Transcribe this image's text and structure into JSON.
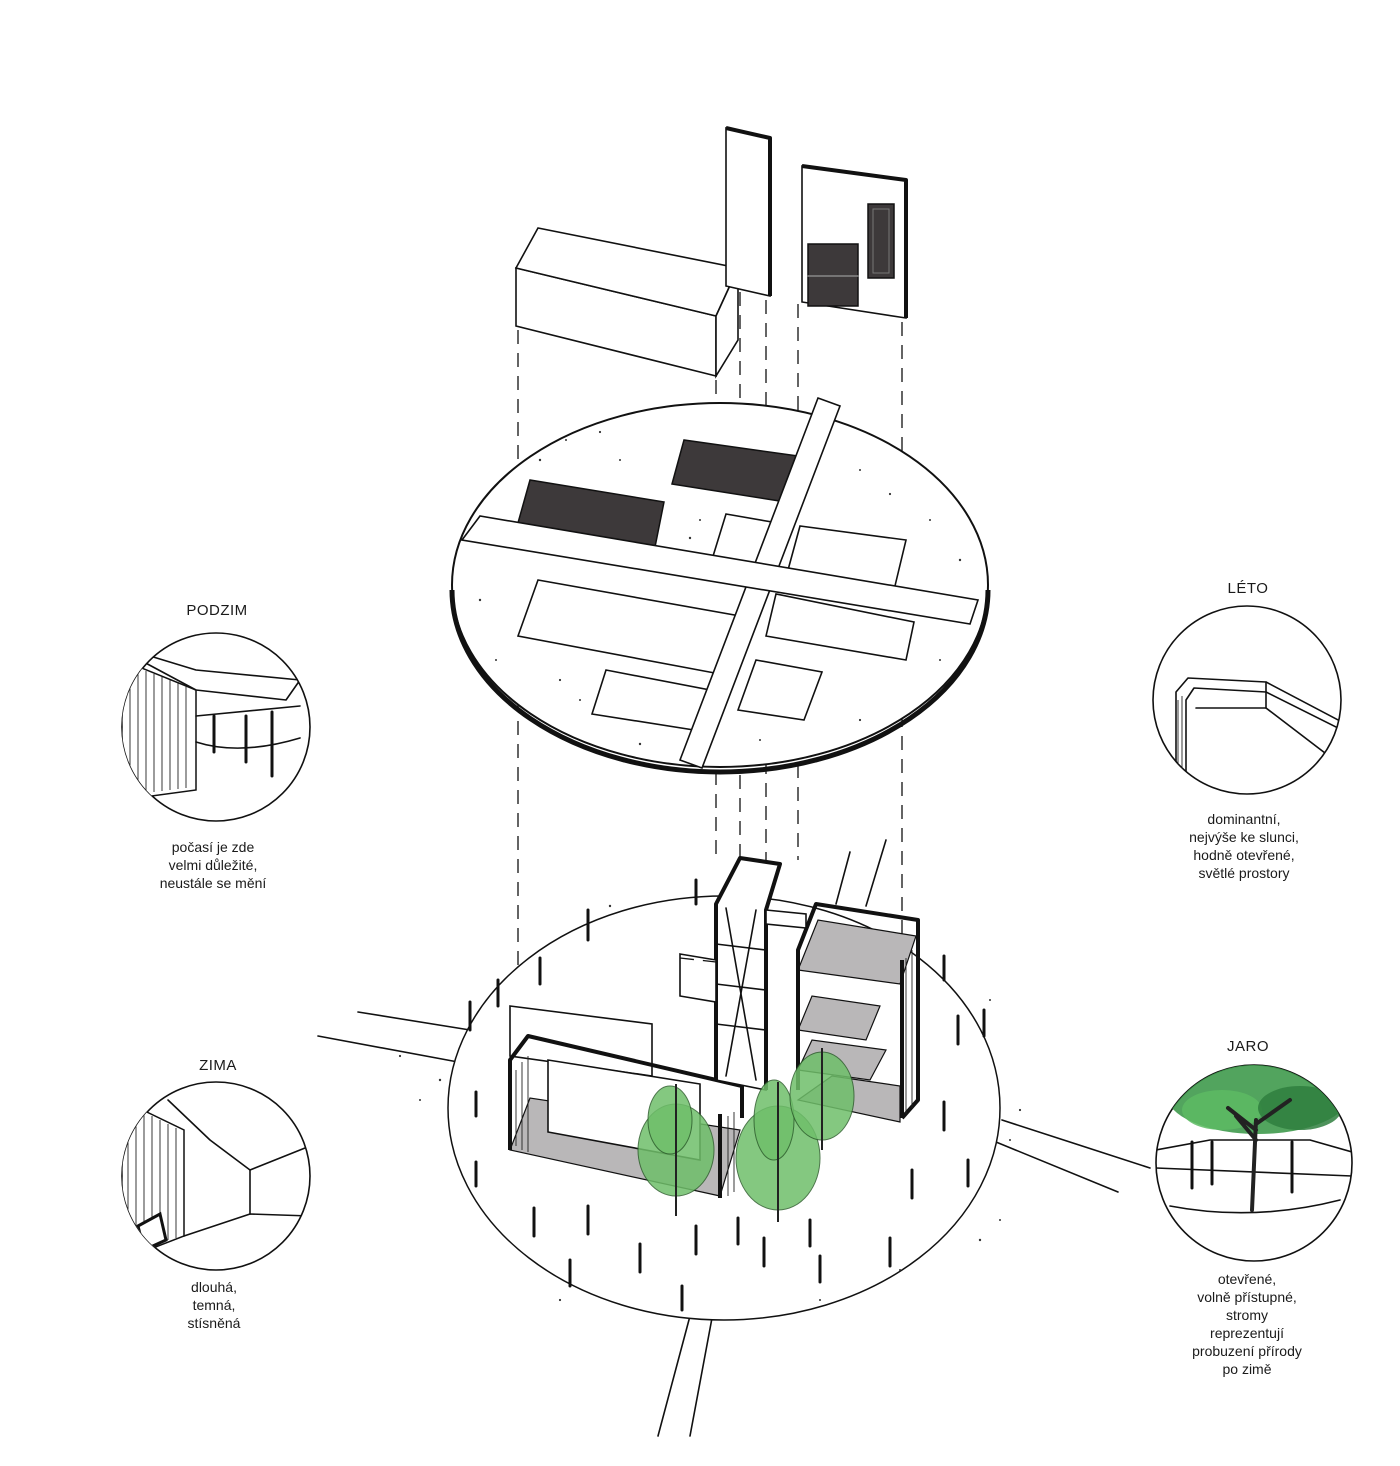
{
  "seasons": {
    "podzim": {
      "title": "PODZIM",
      "desc": [
        "počasí je zde",
        "velmi důležité,",
        "neustále se mění"
      ]
    },
    "leto": {
      "title": "LÉTO",
      "desc": [
        "dominantní,",
        "nejvýše ke slunci,",
        "hodně otevřené,",
        "světlé prostory"
      ]
    },
    "zima": {
      "title": "ZIMA",
      "desc": [
        "dlouhá,",
        "temná,",
        "stísněná"
      ]
    },
    "jaro": {
      "title": "JARO",
      "desc": [
        "otevřené,",
        "volně přístupné,",
        "stromy",
        "reprezentují",
        "probuzení přírody",
        "po zimě"
      ]
    }
  },
  "colors": {
    "ink": "#111111",
    "dark_fill": "#3d393a",
    "grey_fill": "#b9b7b8",
    "tree_green": "#6fbf6a"
  }
}
